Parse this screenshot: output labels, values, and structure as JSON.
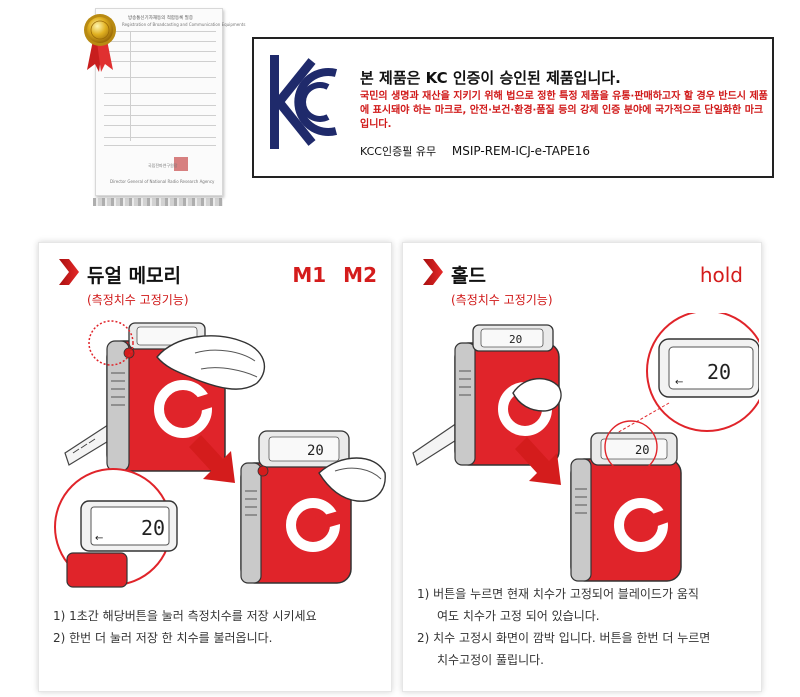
{
  "kc_notice": {
    "title": "본 제품은  KC 인증이 승인된 제품입니다.",
    "description": "국민의 생명과 재산을 지키기 위해 법으로 정한 특정 제품을 유통·판매하고자 할 경우 반드시 제품에 표시돼야 하는 마크로, 안전·보건·환경·품질 등의 강제 인증 분야에 국가적으로 단일화한 마크입니다.",
    "cert_label": "KCC인증필 유무",
    "cert_number": "MSIP-REM-ICJ-e-TAPE16",
    "logo_text": "KC"
  },
  "certificate": {
    "heading": "방송통신기자재등의 적합등록 필증",
    "subheading": "Registration of Broadcasting and Communication Equipments",
    "issuer": "국립전파연구원장",
    "issuer_en": "Director General of National Radio Research Agency"
  },
  "panels": [
    {
      "title": "듀얼 메모리",
      "subtitle": "(측정치수 고정기능)",
      "tag": "M1  M2",
      "display_value": "20",
      "notes": [
        "1) 1초간 해당버튼을 눌러 측정치수를 저장 시키세요",
        "2) 한번 더 눌러 저장 한 치수를 불러옵니다."
      ]
    },
    {
      "title": "홀드",
      "subtitle": "(측정치수 고정기능)",
      "tag": "hold",
      "display_value": "20",
      "notes": [
        "1) 버튼을 누르면 현재 치수가 고정되어 블레이드가 움직",
        "여도 치수가 고정 되어 있습니다.",
        "2) 치수 고정시 화면이 깜박 입니다. 버튼을 한번 더 누르면",
        "치수고정이 풀립니다."
      ]
    }
  ],
  "colors": {
    "accent_red": "#d41c1c",
    "tape_red": "#e0242a",
    "text_dark": "#111111"
  },
  "icons": [
    "chevron-right-icon",
    "kc-mark-logo",
    "gold-seal-icon",
    "arrow-down-icon"
  ]
}
